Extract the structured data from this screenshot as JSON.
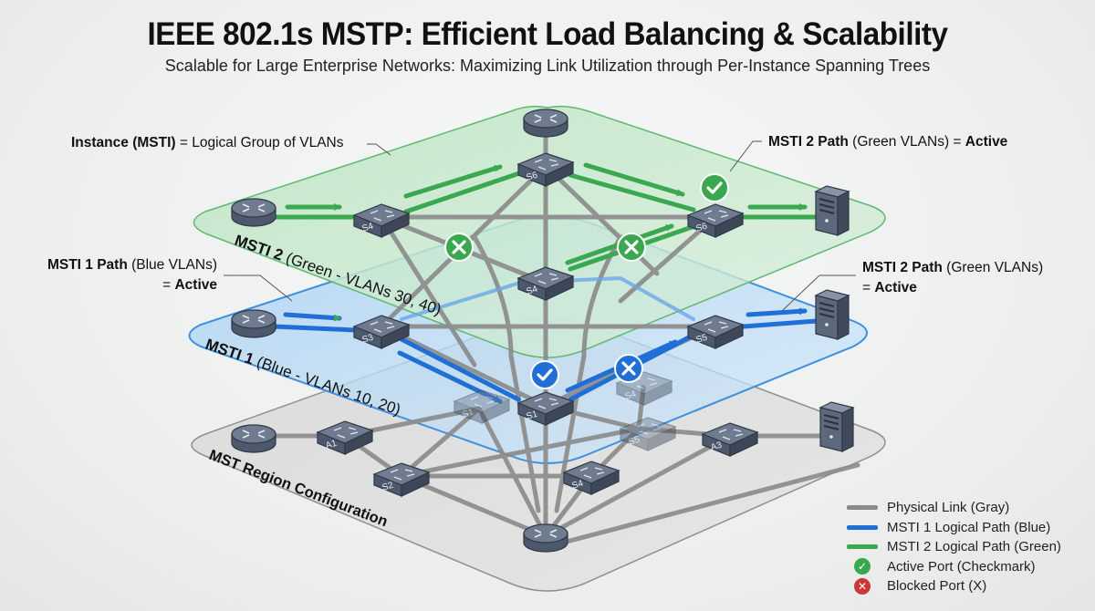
{
  "title": "IEEE 802.1s MSTP: Efficient Load Balancing & Scalability",
  "subtitle": "Scalable for Large Enterprise Networks: Maximizing Link Utilization through Per-Instance Spanning Trees",
  "colors": {
    "physical": "#8a8a8a",
    "msti1": "#1f6fd6",
    "msti2": "#3aa84f",
    "blocked": "#c9383a",
    "device": "#4f5d72"
  },
  "planes": {
    "msti2": {
      "label_bold": "MSTI 2",
      "label_rest": " (Green - VLANs 30, 40)"
    },
    "msti1": {
      "label_bold": "MSTI 1",
      "label_rest": " (Blue - VLANs 10, 20)"
    },
    "region": {
      "label": "MST Region Configuration"
    }
  },
  "annotations": {
    "instance": {
      "bold": "Instance (MSTI)",
      "rest": " = Logical Group of VLANs"
    },
    "msti1_path": {
      "bold": "MSTI 1 Path",
      "rest": " (Blue VLANs)",
      "line2_pre": "= ",
      "line2_bold": "Active"
    },
    "msti2_path_top": {
      "bold": "MSTI 2 Path",
      "rest": " (Green VLANs) = ",
      "bold2": "Active"
    },
    "msti2_path_mid": {
      "bold": "MSTI 2 Path",
      "rest": " (Green VLANs)",
      "line2_pre": "= ",
      "line2_bold": "Active"
    }
  },
  "switch_labels": {
    "green_left": "S4",
    "green_top": "S6",
    "green_right": "S6",
    "green_mid": "S4",
    "blue_left": "S3",
    "blue_center": "S1",
    "blue_right": "S5",
    "blue_ghost_s1": "S1",
    "blue_ghost_s4": "S4",
    "gray_a1": "A1",
    "gray_s2": "S2",
    "gray_s4": "S4",
    "gray_s5": "S5",
    "gray_a3": "A3"
  },
  "legend": [
    {
      "type": "line",
      "color": "#8a8a8a",
      "label": "Physical Link (Gray)"
    },
    {
      "type": "line",
      "color": "#1f6fd6",
      "label": "MSTI 1 Logical Path (Blue)"
    },
    {
      "type": "line",
      "color": "#3aa84f",
      "label": "MSTI 2 Logical Path (Green)"
    },
    {
      "type": "dot",
      "color": "#3aa84f",
      "symbol": "✓",
      "label": "Active Port (Checkmark)"
    },
    {
      "type": "dot",
      "color": "#c9383a",
      "symbol": "✕",
      "label": "Blocked Port (X)"
    }
  ]
}
